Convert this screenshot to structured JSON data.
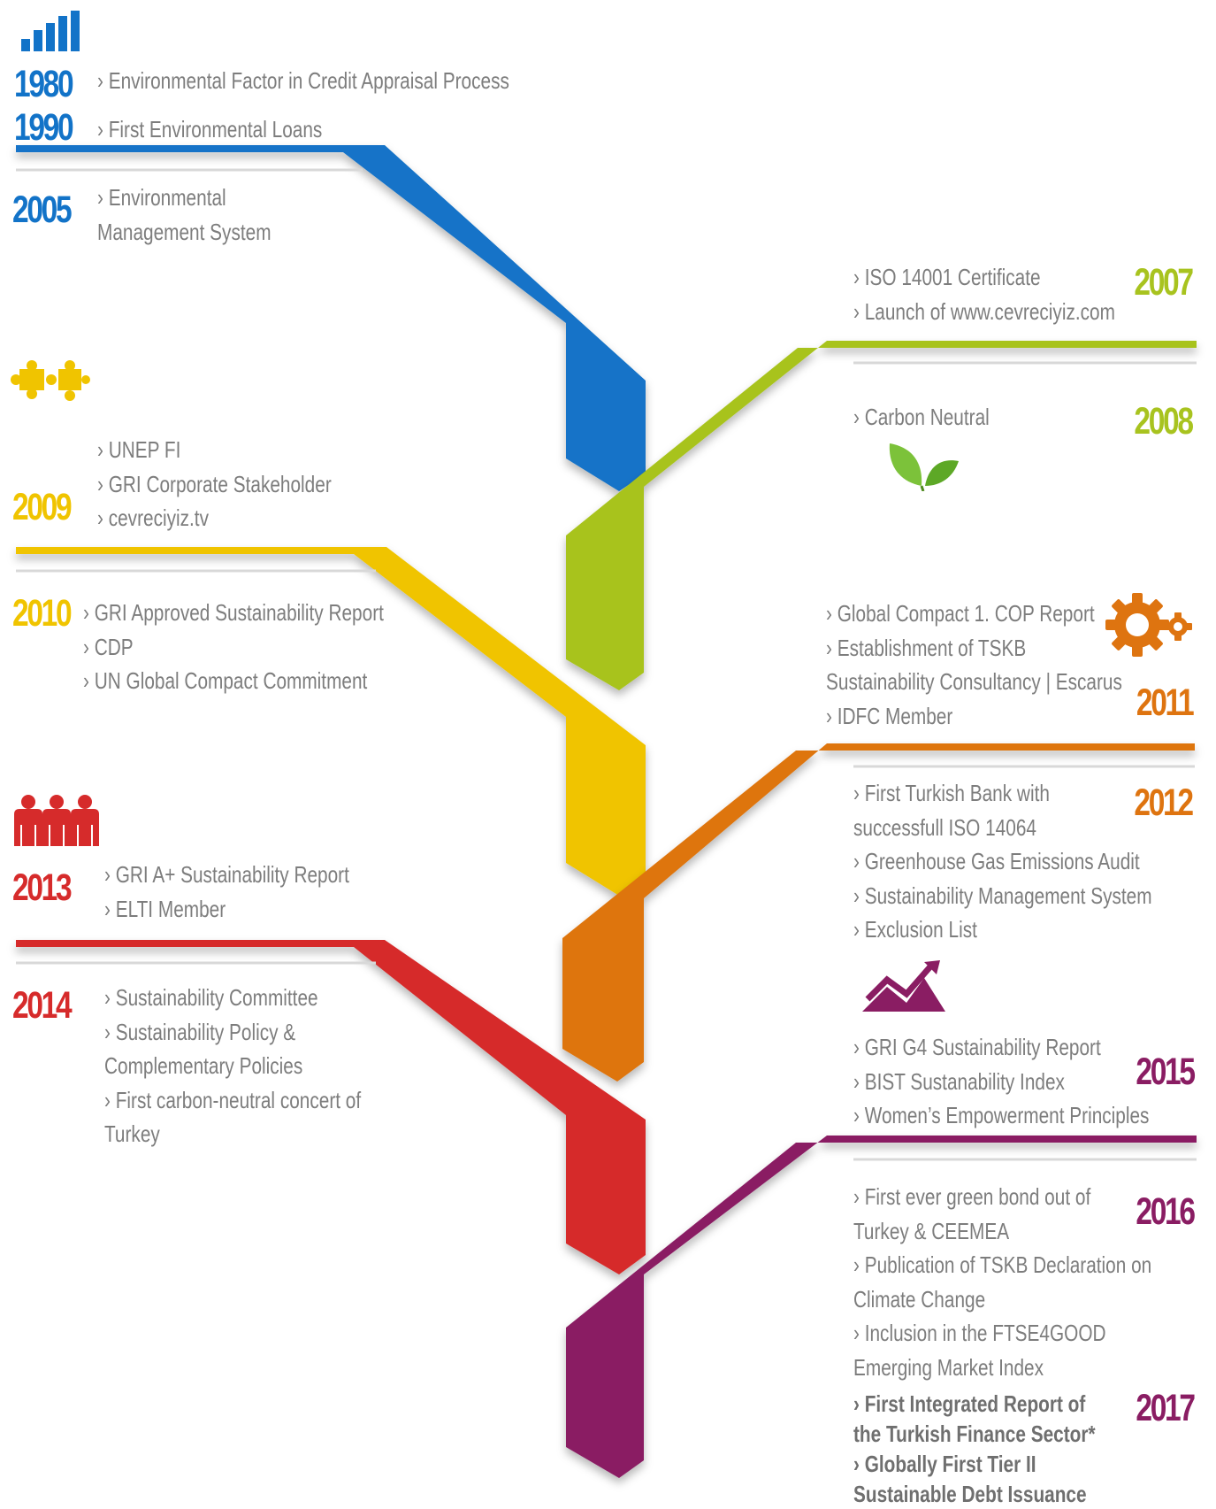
{
  "colors": {
    "blue": "#1273c8",
    "green": "#a8c31f",
    "yellow": "#f0c400",
    "orange": "#de7410",
    "red": "#d62b2b",
    "purple": "#8a1d63",
    "text": "#7d7d7d"
  },
  "icons": [
    "bar-chart-icon",
    "puzzle-pieces-icon",
    "leaf-icon",
    "gears-icon",
    "people-icon",
    "trend-up-icon"
  ],
  "timeline": {
    "y1980": {
      "year": "1980",
      "items": [
        "› Environmental Factor in Credit Appraisal Process"
      ]
    },
    "y1990": {
      "year": "1990",
      "items": [
        "› First Environmental Loans"
      ]
    },
    "y2005": {
      "year": "2005",
      "items": [
        "› Environmental",
        "Management System"
      ]
    },
    "y2007": {
      "year": "2007",
      "items": [
        "› ISO 14001 Certificate",
        "› Launch of www.cevreciyiz.com"
      ]
    },
    "y2008": {
      "year": "2008",
      "items": [
        "› Carbon Neutral"
      ]
    },
    "y2009": {
      "year": "2009",
      "items": [
        "› UNEP FI",
        "› GRI Corporate Stakeholder",
        "› cevreciyiz.tv"
      ]
    },
    "y2010": {
      "year": "2010",
      "items": [
        "› GRI Approved Sustainability Report",
        "› CDP",
        "› UN Global Compact Commitment"
      ]
    },
    "y2011": {
      "year": "2011",
      "items": [
        "› Global Compact  1. COP Report",
        "› Establishment of  TSKB",
        "Sustainability Consultancy | Escarus",
        "› IDFC Member"
      ]
    },
    "y2012": {
      "year": "2012",
      "items": [
        "› First Turkish Bank with",
        "successfull ISO 14064",
        "› Greenhouse Gas Emissions Audit",
        "› Sustainability Management System",
        "› Exclusion List"
      ]
    },
    "y2013": {
      "year": "2013",
      "items": [
        "›  GRI A+ Sustainability Report",
        "›  ELTI Member"
      ]
    },
    "y2014": {
      "year": "2014",
      "items": [
        "› Sustainability  Committee",
        "› Sustainability Policy &",
        "Complementary Policies",
        "› First carbon-neutral concert of",
        "Turkey"
      ]
    },
    "y2015": {
      "year": "2015",
      "items": [
        "› GRI G4 Sustainability Report",
        "› BIST Sustanability Index",
        "› Women’s Empowerment Principles"
      ]
    },
    "y2016": {
      "year": "2016",
      "items": [
        "› First ever green bond out of",
        "Turkey & CEEMEA",
        "› Publication of  TSKB Declaration on",
        "Climate Change",
        "› Inclusion in the FTSE4GOOD",
        "Emerging Market Index"
      ]
    },
    "y2017": {
      "year": "2017",
      "items": [
        "›  First Integrated Report of",
        "the Turkish Finance Sector*",
        "›  Globally First Tier II",
        "Sustainable Debt Issuance"
      ]
    }
  }
}
